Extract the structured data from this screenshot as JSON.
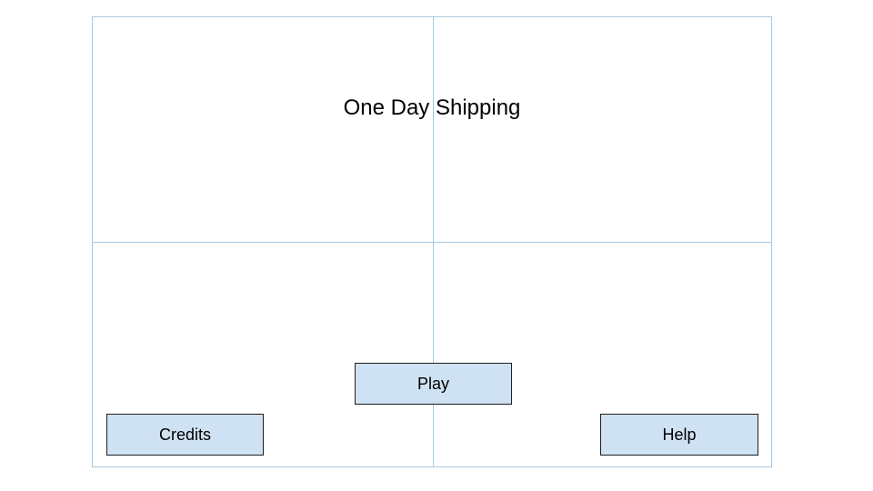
{
  "title": "One Day Shipping",
  "buttons": {
    "play": "Play",
    "credits": "Credits",
    "help": "Help"
  },
  "colors": {
    "button_fill": "#cfe2f3",
    "guide_lines": "#a9c8e0",
    "button_border": "#1f1f1f"
  }
}
